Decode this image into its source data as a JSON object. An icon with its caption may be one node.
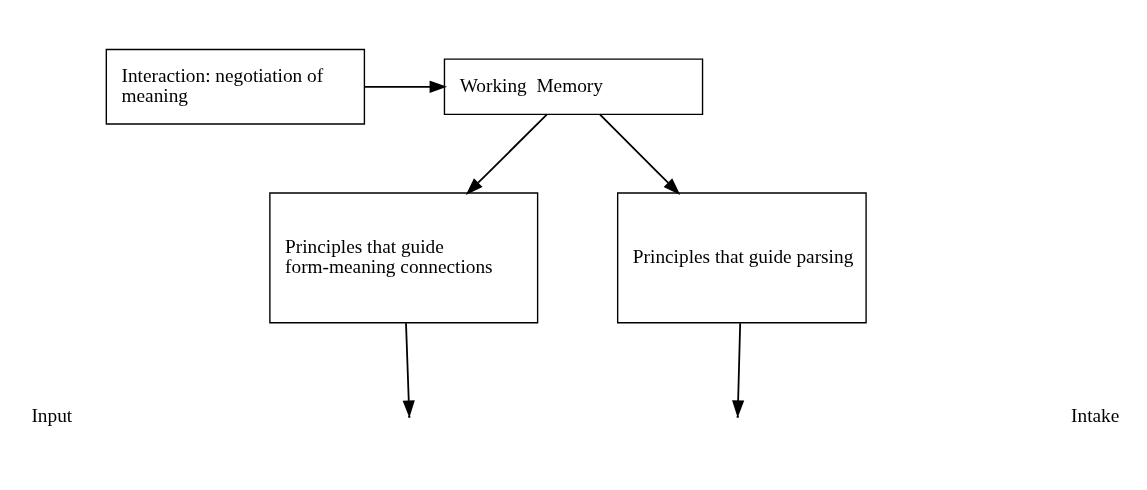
{
  "diagram": {
    "nodes": [
      {
        "text": [
          "Working  Memory"
        ]
      },
      {
        "text": [
          "Interaction: negotiation of meaning"
        ]
      },
      {
        "text": [
          "Principles that guide form-meaning connections"
        ]
      },
      {
        "text": [
          "Principles that guide parsing"
        ]
      }
    ],
    "edges": [
      {
        "from": 1,
        "to": 0,
        "arrow": "to"
      },
      {
        "from": 0,
        "to": 2,
        "arrow": "to"
      },
      {
        "from": 0,
        "to": 3,
        "arrow": "to"
      },
      {
        "from": 2,
        "to": null,
        "arrow": "to"
      },
      {
        "from": 3,
        "to": null,
        "arrow": "to"
      }
    ],
    "labels": [
      "Input",
      "Intake"
    ]
  }
}
